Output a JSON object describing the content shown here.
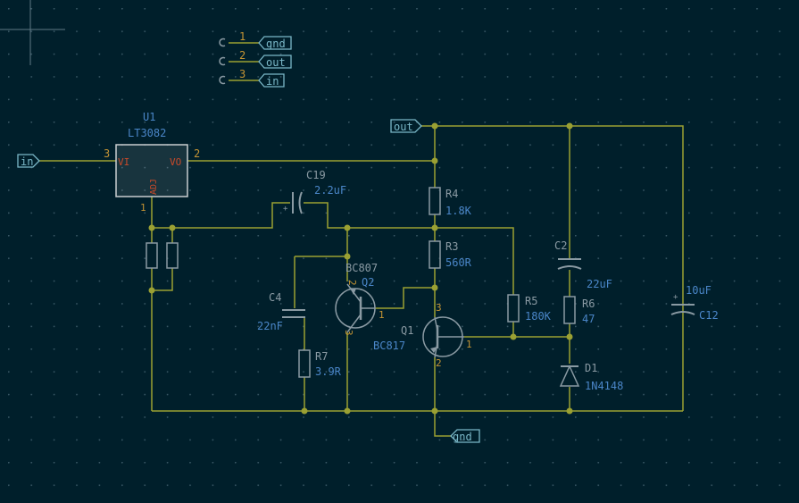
{
  "colors": {
    "background": "#001f2b",
    "grid": "#3a5866",
    "wire": "#9aa033",
    "component": "#8a9aa3",
    "refdes": "#4a86c8",
    "value": "#4a86c8",
    "pin": "#c49434",
    "label": "#7ab8c8",
    "ic_fill": "#c9cdd0",
    "ic_text": "#c84a2a"
  },
  "header_pins": [
    {
      "num": "1",
      "label": "gnd"
    },
    {
      "num": "2",
      "label": "out"
    },
    {
      "num": "3",
      "label": "in"
    }
  ],
  "ports": {
    "in": "in",
    "out": "out",
    "gnd": "gnd"
  },
  "components": {
    "u1": {
      "ref": "U1",
      "value": "LT3082",
      "pin_vi": "VI",
      "pin_vo": "VO",
      "pin_adj": "ADJ",
      "pin_3": "3",
      "pin_2": "2",
      "pin_1": "1"
    },
    "c19": {
      "ref": "C19",
      "value": "2.2uF"
    },
    "r4": {
      "ref": "R4",
      "value": "1.8K"
    },
    "r3": {
      "ref": "R3",
      "value": "560R"
    },
    "q2": {
      "ref": "Q2",
      "value": "BC807",
      "pin_1": "1",
      "pin_2": "2",
      "pin_3": "3"
    },
    "q1": {
      "ref": "Q1",
      "value": "BC817",
      "pin_1": "1",
      "pin_2": "2",
      "pin_3": "3"
    },
    "c4": {
      "ref": "C4",
      "value": "22nF"
    },
    "r7": {
      "ref": "R7",
      "value": "3.9R"
    },
    "r5": {
      "ref": "R5",
      "value": "180K"
    },
    "c2": {
      "ref": "C2",
      "value": "22uF"
    },
    "r6": {
      "ref": "R6",
      "value": "47"
    },
    "d1": {
      "ref": "D1",
      "value": "1N4148"
    },
    "c12": {
      "ref": "C12",
      "value": "10uF"
    }
  }
}
